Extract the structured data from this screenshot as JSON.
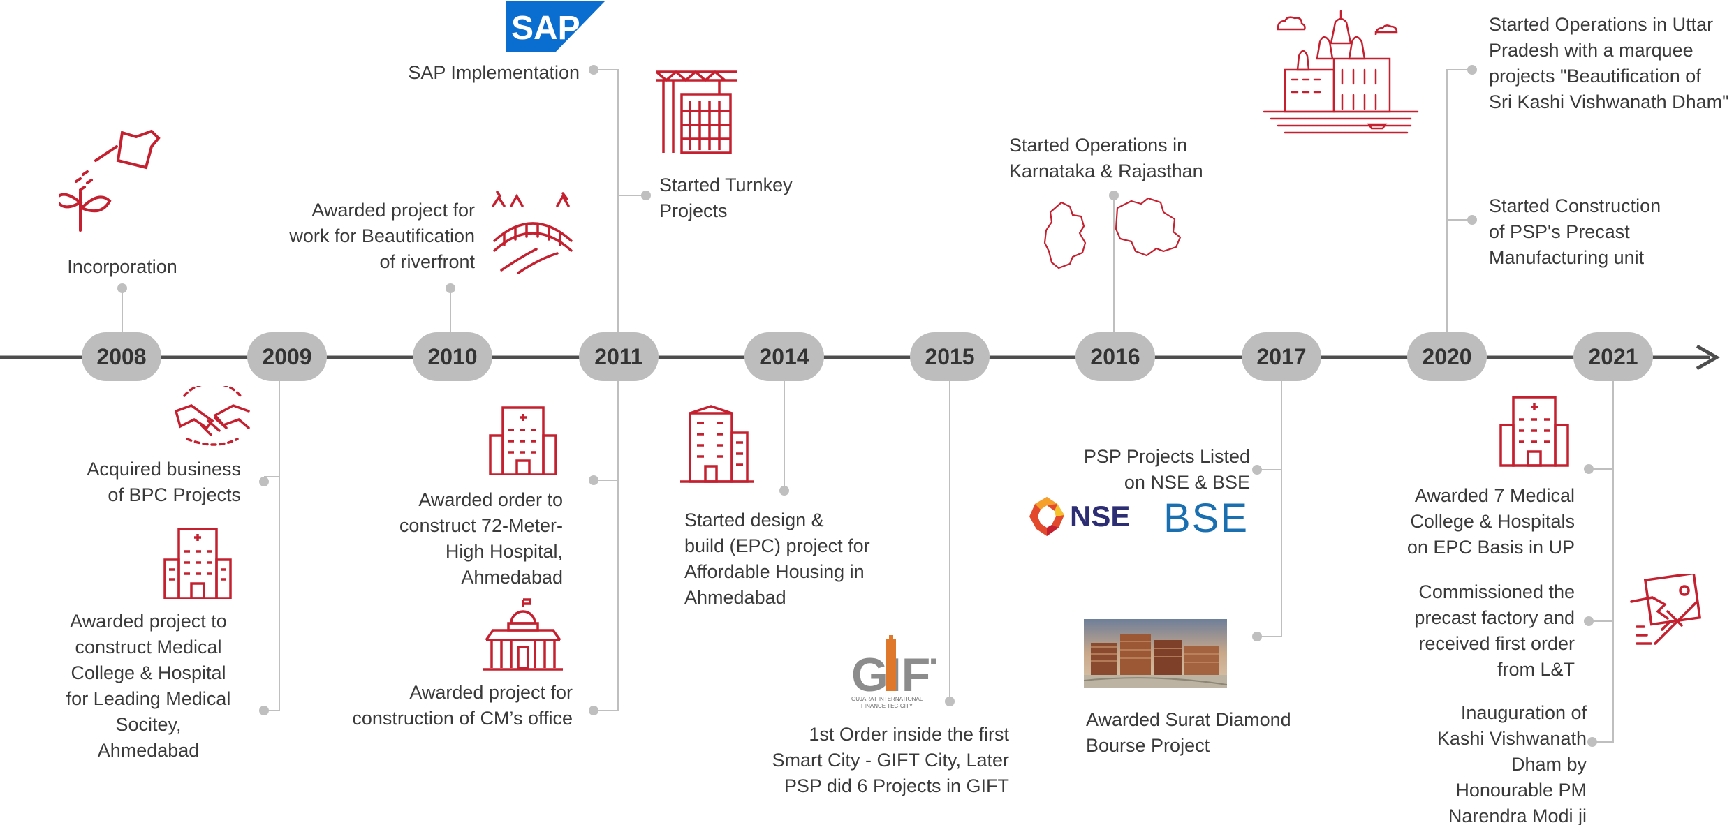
{
  "years": [
    "2008",
    "2009",
    "2010",
    "2011",
    "2014",
    "2015",
    "2016",
    "2017",
    "2020",
    "2021"
  ],
  "milestones": {
    "incorporation": "Incorporation",
    "acquired_bpc": "Acquired business\nof BPC Projects",
    "medical_college_2009": "Awarded project to\nconstruct Medical\nCollege & Hospital\nfor Leading Medical\nSocitey,\nAhmedabad",
    "riverfront": "Awarded project for\nwork for Beautification\nof riverfront",
    "hospital_72m": "Awarded order to\nconstruct 72-Meter-\nHigh Hospital,\nAhmedabad",
    "cm_office": "Awarded project for\nconstruction of CM’s office",
    "sap": "SAP Implementation",
    "turnkey": "Started Turnkey\nProjects",
    "affordable_housing": "Started design &\nbuild (EPC) project for\nAffordable Housing in\nAhmedabad",
    "gift_city": "1st Order inside the first\nSmart City - GIFT City, Later\nPSP did 6 Projects in GIFT",
    "karnataka_rajasthan": "Started Operations in\nKarnataka & Rajasthan",
    "listed": "PSP Projects Listed\non NSE & BSE",
    "surat": "Awarded Surat Diamond\nBourse Project",
    "uttar_pradesh": "Started Operations in Uttar\nPradesh with a marquee\nprojects \"Beautification of\nSri Kashi Vishwanath Dham\"",
    "precast_unit": "Started Construction\nof PSP's Precast\nManufacturing unit",
    "medical_up": "Awarded 7 Medical\nCollege & Hospitals\non EPC Basis in UP",
    "precast_factory": "Commissioned the\nprecast factory and\nreceived first order\nfrom L&T",
    "inauguration": "Inauguration of\nKashi Vishwanath\nDham by\nHonourable PM\nNarendra Modi ji"
  },
  "logos": {
    "sap": "SAP",
    "nse": "NSE",
    "bse": "BSE",
    "gift": "GIFT",
    "gift_sub": "GUJARAT INTERNATIONAL\nFINANCE TEC-CITY"
  },
  "colors": {
    "accent": "#c4202f",
    "timeline": "#4d4d4d",
    "pill": "#bdbdbd",
    "connector": "#bfbfbf",
    "sap_blue": "#0a6ed1",
    "bse_blue": "#1a6fb0"
  }
}
